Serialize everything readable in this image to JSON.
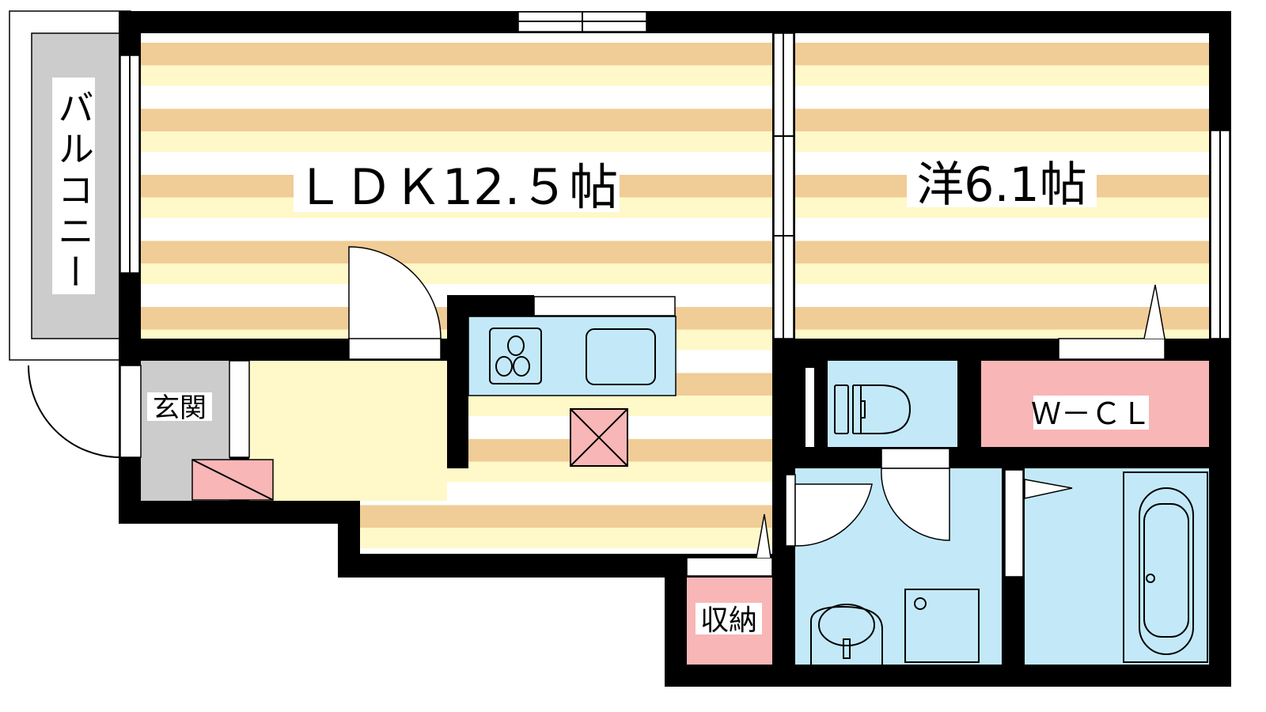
{
  "rooms": {
    "ldk": "ＬＤＫ12.５帖",
    "western": "洋6.1帖",
    "wcl": "Ｗ－ＣＬ",
    "entrance": "玄関",
    "storage": "収納",
    "balcony": "バルコニー"
  },
  "colors": {
    "wall": "#000000",
    "stripe_orange": "#f0cc96",
    "stripe_yellow": "#fff8c8",
    "water_blue": "#c3e9f9",
    "storage_pink": "#f9b6b6",
    "entrance_grey": "#cccccc",
    "hall_yellow": "#fff8c8"
  }
}
